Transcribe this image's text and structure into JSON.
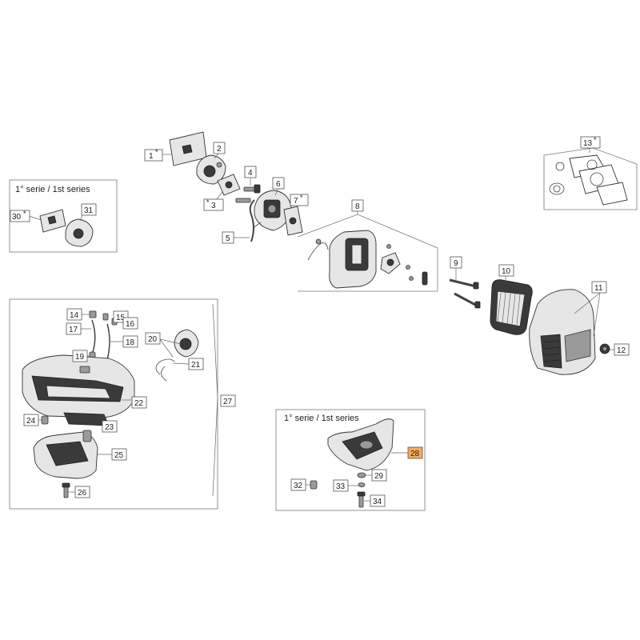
{
  "frames": {
    "series_left_title": "1° serie / 1st series",
    "series_bottom_title": "1° serie / 1st series"
  },
  "markers": {
    "star": "*"
  },
  "labels": {
    "p1": "1",
    "p2": "2",
    "p3": "3",
    "p4": "4",
    "p5": "5",
    "p6": "6",
    "p7": "7",
    "p8": "8",
    "p9": "9",
    "p10": "10",
    "p11": "11",
    "p12": "12",
    "p13": "13",
    "p14": "14",
    "p15": "15",
    "p16": "16",
    "p17": "17",
    "p18": "18",
    "p19": "19",
    "p20": "20",
    "p21": "21",
    "p22": "22",
    "p23": "23",
    "p24": "24",
    "p25": "25",
    "p26": "26",
    "p27": "27",
    "p28": "28",
    "p29": "29",
    "p30": "30",
    "p31": "31",
    "p32": "32",
    "p33": "33",
    "p34": "34"
  },
  "colors": {
    "highlight": "#f7a85a"
  }
}
